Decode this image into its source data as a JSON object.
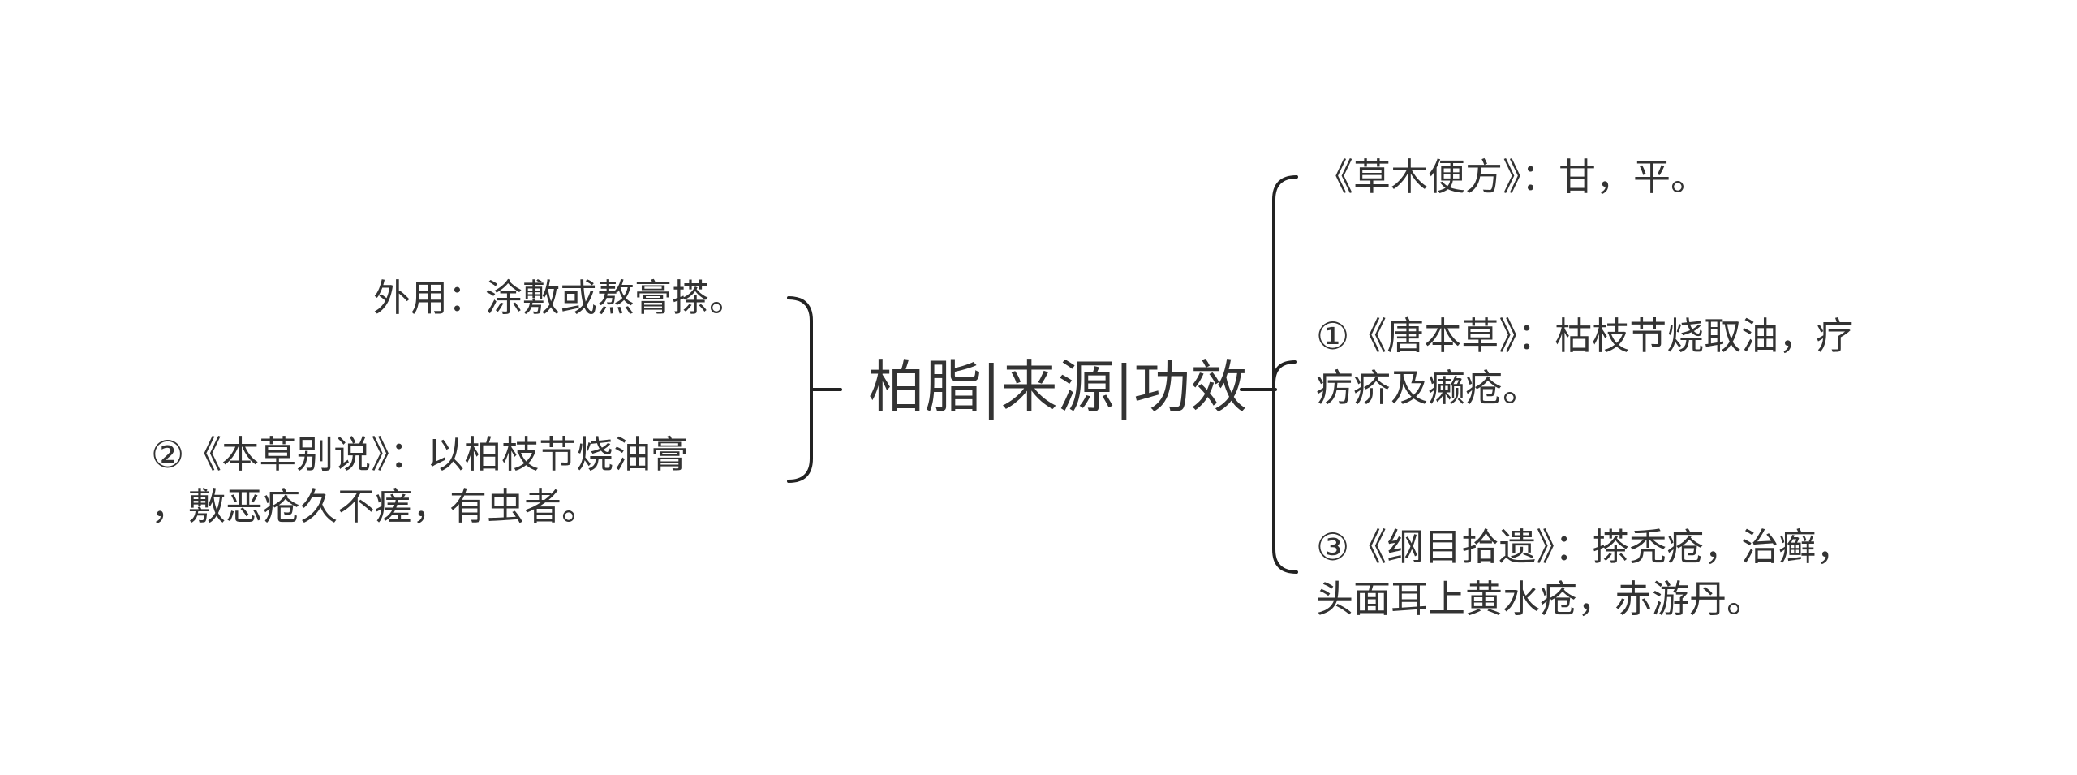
{
  "central_topic": "柏脂|来源|功效",
  "left_branches": [
    {
      "text": "外用：涂敷或熬膏搽。"
    },
    {
      "text": "②《本草别说》：以柏枝节烧油膏\n，敷恶疮久不瘥，有虫者。"
    }
  ],
  "right_branches": [
    {
      "text": "《草木便方》：甘，平。"
    },
    {
      "text": "①《唐本草》：枯枝节烧取油，疗\n疠疥及癞疮。"
    },
    {
      "text": "③《纲目拾遗》：搽秃疮，治癣，\n头面耳上黄水疮，赤游丹。"
    }
  ],
  "colors": {
    "connector": "#222222",
    "text": "#333333",
    "background": "#ffffff"
  }
}
